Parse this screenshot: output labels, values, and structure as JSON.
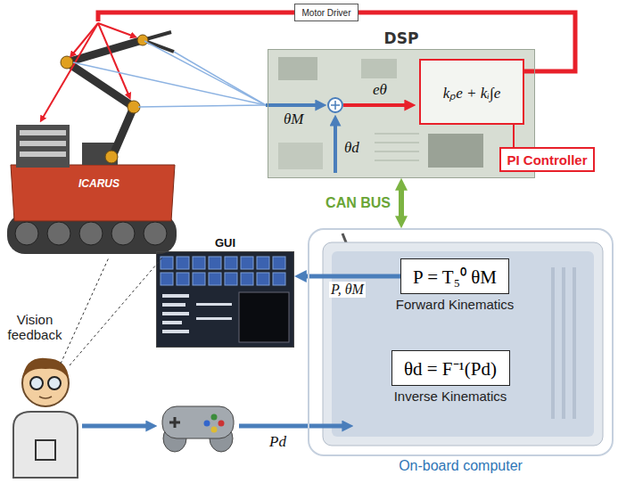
{
  "diagram": {
    "nodes": [
      {
        "text": [
          "Motor Driver"
        ]
      },
      {
        "text": [
          "DSP"
        ]
      },
      {
        "text": [
          "kₚe + kᵢ∫e"
        ],
        "in": 1
      },
      {
        "text": [
          "PI Controller"
        ]
      },
      {
        "text": [
          "GUI"
        ]
      },
      {
        "text": [
          "On-board computer"
        ]
      },
      {
        "text": [
          "P = T₅⁰ θM",
          "Forward Kinematics"
        ],
        "in": 5
      },
      {
        "text": [
          "θd = F⁻¹(Pd)",
          "Inverse Kinematics"
        ],
        "in": 5
      }
    ],
    "edges": [
      {
        "from": 2,
        "to": 0,
        "arrow": "none"
      },
      {
        "from": 3,
        "to": 2,
        "arrow": "none"
      },
      {
        "from": 1,
        "to": 5,
        "label": "CAN BUS",
        "arrow": "both"
      },
      {
        "from": 6,
        "to": 4,
        "label": "P, θM",
        "arrow": "to"
      }
    ],
    "labels": [
      "θM",
      "θd",
      "eθ",
      "ICARUS",
      "Vision feedback",
      "Pd"
    ]
  }
}
